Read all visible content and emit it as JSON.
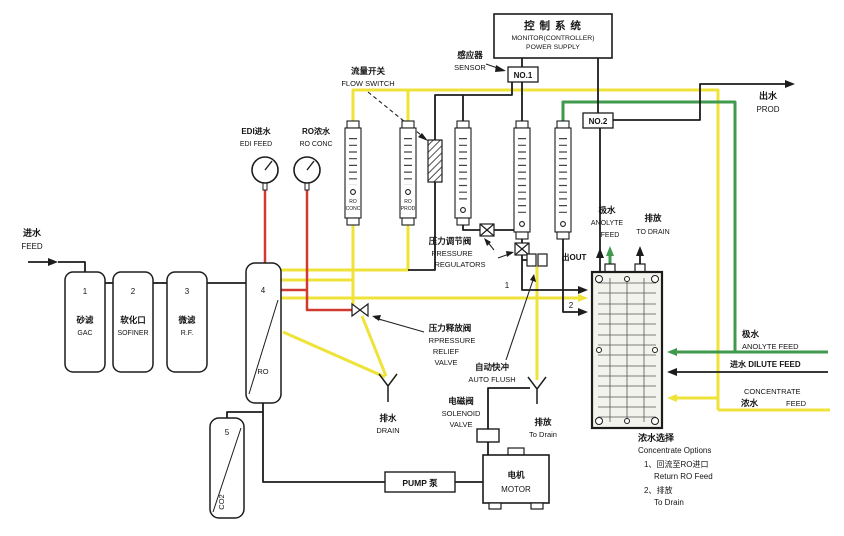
{
  "colors": {
    "pipe_yellow": "#efe33a",
    "pipe_green": "#3f9a4e",
    "pipe_red": "#cf3b2f",
    "pipe_black": "#1c1c1c"
  },
  "control": {
    "cn": "控 制 系 统",
    "en1": "MONITOR(CONTROLLER)",
    "en2": "POWER SUPPLY"
  },
  "sensor": {
    "cn": "感应器",
    "en": "SENSOR"
  },
  "no1": "NO.1",
  "no2": "NO.2",
  "prod_top": {
    "cn": "出水",
    "en": "PROD"
  },
  "flow_switch": {
    "cn": "流量开关",
    "en": "FLOW SWITCH"
  },
  "gauge_edi": {
    "cn": "EDI进水",
    "en": "EDI FEED"
  },
  "gauge_ro": {
    "cn": "RO浓水",
    "en": "RO CONC"
  },
  "feed": {
    "cn": "进水",
    "en": "FEED"
  },
  "tanks": [
    {
      "num": "1",
      "cn": "砂滤",
      "en": "GAC"
    },
    {
      "num": "2",
      "cn": "软化口",
      "en": "SOFINER"
    },
    {
      "num": "3",
      "cn": "微滤",
      "en": "R.F."
    },
    {
      "num": "4",
      "en": "RO"
    },
    {
      "num": "5",
      "en": "CO2"
    }
  ],
  "rotameters": {
    "r1_l1": "RO",
    "r1_l2": "CONC",
    "r2_l1": "RO",
    "r2_l2": "PROD"
  },
  "regulators": {
    "cn": "压力调节阀",
    "en1": "PRESSURE",
    "en2": "REGULATORS"
  },
  "relief": {
    "cn": "压力释放阀",
    "en1": "RPRESSURE",
    "en2": "RELIEF",
    "en3": "VALVE"
  },
  "auto_flush": {
    "cn": "自动快冲",
    "en": "AUTO FLUSH"
  },
  "drain": {
    "cn": "排水",
    "en": "DRAIN"
  },
  "solenoid": {
    "cn": "电磁阀",
    "en1": "SOLENOID",
    "en2": "VALVE"
  },
  "to_drain_bottom": {
    "cn": "排放",
    "en": "To Drain"
  },
  "motor": {
    "cn": "电机",
    "en": "MOTOR"
  },
  "pump": "PUMP 泵",
  "anolyte_top": {
    "cn": "极水",
    "en1": "ANOLYTE",
    "en2": "FEED"
  },
  "drain_top": {
    "cn": "排放",
    "en": "TO DRAIN"
  },
  "out": {
    "label": "出OUT"
  },
  "anolyte_right": {
    "cn": "极水",
    "en": "ANOLYTE FEED"
  },
  "dilute_right": "进水 DILUTE FEED",
  "conc_right": {
    "en1": "CONCENTRATE",
    "cn": "浓水",
    "en2": "FEED"
  },
  "options": {
    "title_cn": "浓水选择",
    "title_en": "Concentrate Options",
    "opt1_cn": "1、回流至RO进口",
    "opt1_en": "Return RO Feed",
    "opt2_cn": "2、排放",
    "opt2_en": "To Drain"
  },
  "port1": "1",
  "port2": "2"
}
